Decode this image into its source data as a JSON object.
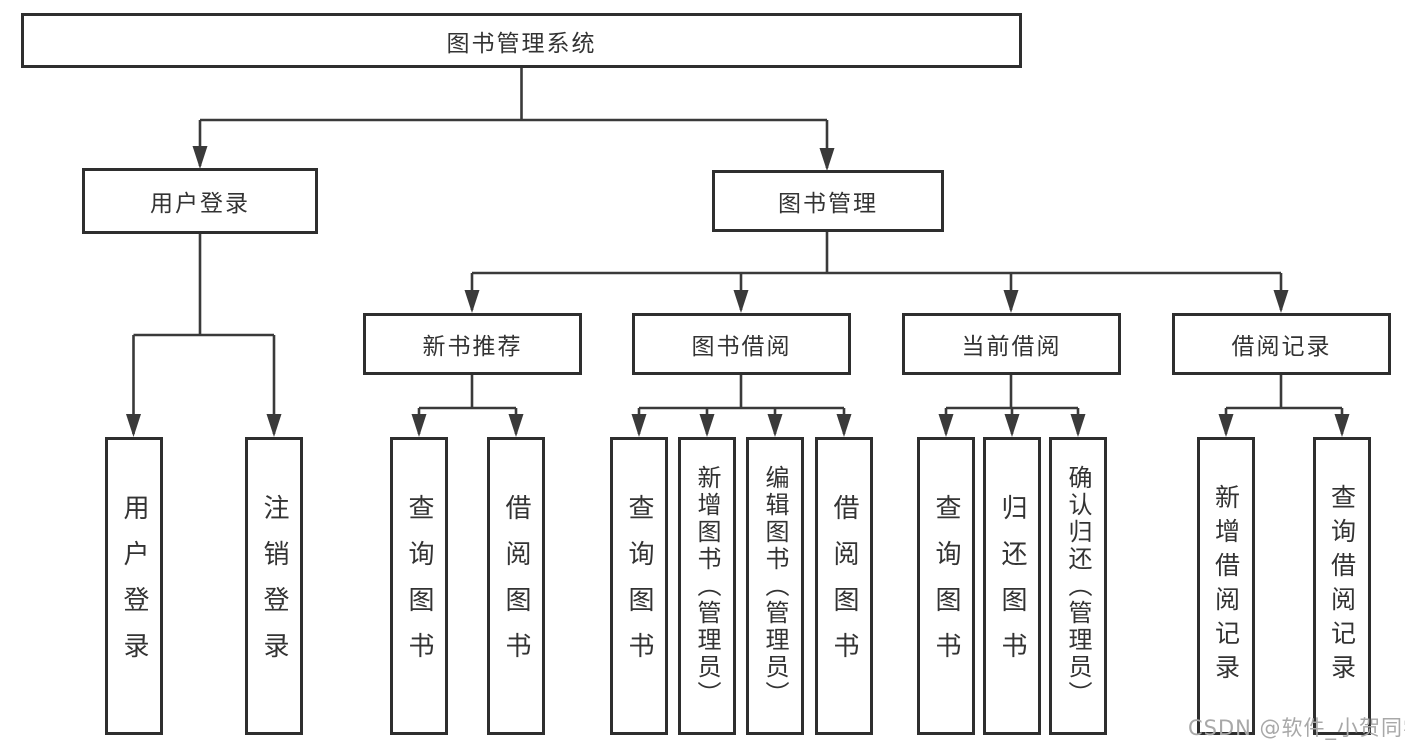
{
  "colors": {
    "line": "#3a3a3a",
    "border": "#2e2e2e",
    "text": "#333333",
    "watermark": "#a8a8a8",
    "background": "#ffffff"
  },
  "tree": {
    "root": "图书管理系统",
    "children": [
      {
        "label": "用户登录",
        "children": [
          {
            "label": "用户登录"
          },
          {
            "label": "注销登录"
          }
        ]
      },
      {
        "label": "图书管理",
        "children": [
          {
            "label": "新书推荐",
            "children": [
              {
                "label": "查询图书"
              },
              {
                "label": "借阅图书"
              }
            ]
          },
          {
            "label": "图书借阅",
            "children": [
              {
                "label": "查询图书"
              },
              {
                "label": "新增图书（管理员）"
              },
              {
                "label": "编辑图书（管理员）"
              },
              {
                "label": "借阅图书"
              }
            ]
          },
          {
            "label": "当前借阅",
            "children": [
              {
                "label": "查询图书"
              },
              {
                "label": "归还图书"
              },
              {
                "label": "确认归还（管理员）"
              }
            ]
          },
          {
            "label": "借阅记录",
            "children": [
              {
                "label": "新增借阅记录"
              },
              {
                "label": "查询借阅记录"
              }
            ]
          }
        ]
      }
    ]
  },
  "watermark": {
    "text": "CSDN @软件_小贺同学"
  }
}
